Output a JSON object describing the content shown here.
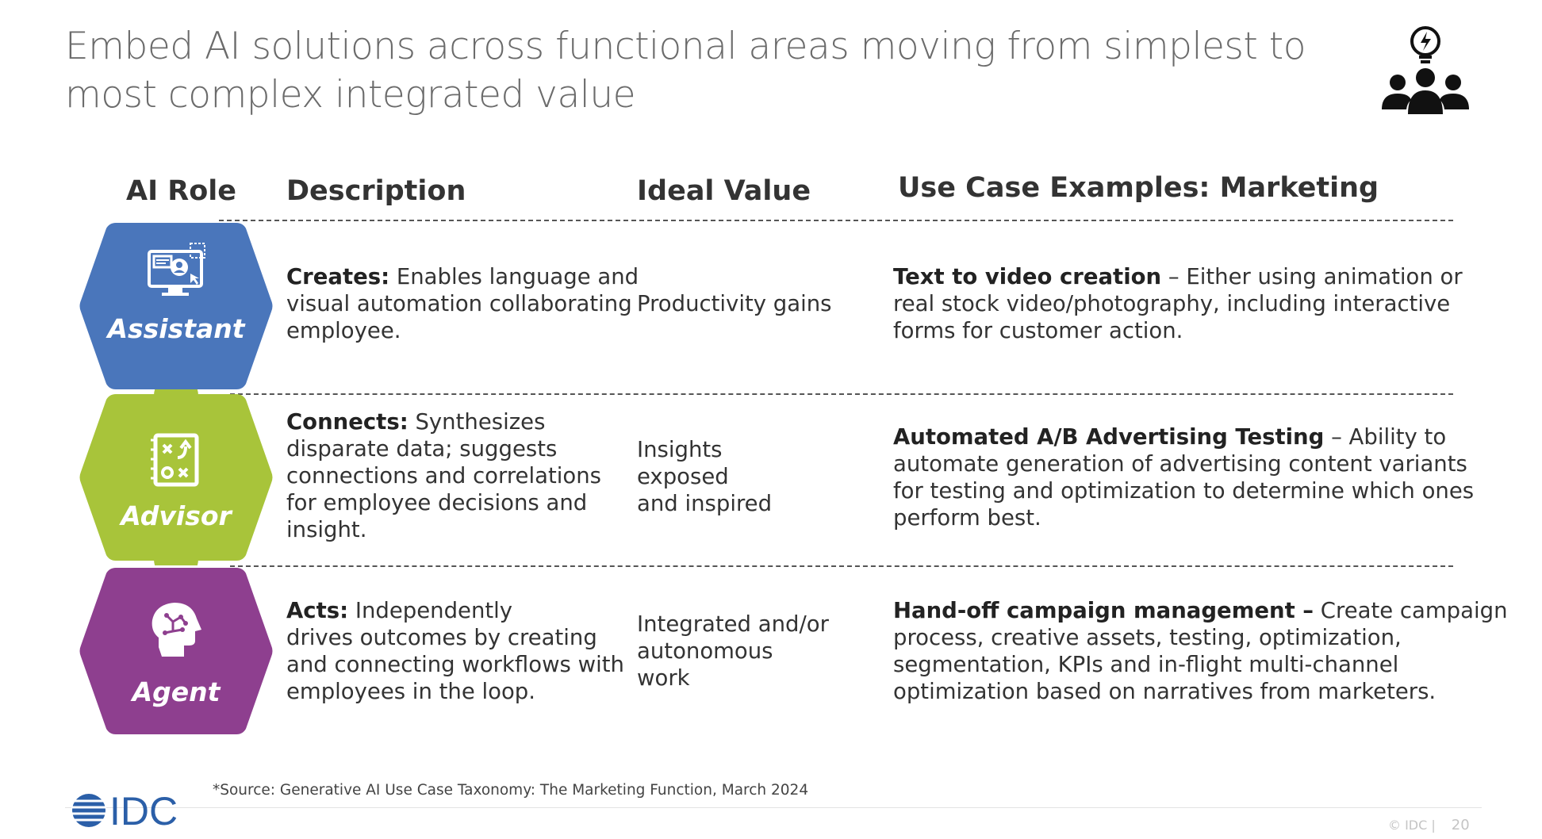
{
  "title": {
    "line1": "Embed AI solutions across functional areas moving from simplest to",
    "line2": "most complex integrated value"
  },
  "top_icon": "team-lightbulb-icon",
  "headers": {
    "role": "AI Role",
    "description": "Description",
    "value": "Ideal Value",
    "examples": "Use Case Examples: Marketing"
  },
  "rows": [
    {
      "role": "Assistant",
      "color": "#4a76bb",
      "icon": "monitor-user-icon",
      "desc_bold": "Creates:",
      "desc_lines": [
        "Enables language and",
        "visual automation collaborating",
        "employee."
      ],
      "value_lines": [
        "Productivity gains"
      ],
      "ex_bold": "Text to video creation",
      "ex_lines": [
        "– Either using animation or",
        "real stock video/photography, including interactive",
        "forms for customer action."
      ]
    },
    {
      "role": "Advisor",
      "color": "#a8c43a",
      "icon": "strategy-board-icon",
      "desc_bold": "Connects:",
      "desc_lines": [
        "Synthesizes",
        "disparate data; suggests",
        "connections and correlations",
        "for employee decisions and",
        "insight."
      ],
      "value_lines": [
        "Insights",
        "exposed",
        "and inspired"
      ],
      "ex_bold": "Automated A/B Advertising Testing",
      "ex_lines": [
        "– Ability to",
        "automate generation of advertising content variants",
        "for testing and optimization to determine which ones",
        "perform best."
      ]
    },
    {
      "role": "Agent",
      "color": "#8e3f8f",
      "icon": "brain-head-icon",
      "desc_bold": "Acts:",
      "desc_lines": [
        "Independently",
        "drives outcomes by creating",
        "and connecting workflows with",
        "employees in the loop."
      ],
      "value_lines": [
        "Integrated and/or",
        "autonomous",
        "work"
      ],
      "ex_bold": "Hand-off campaign management –",
      "ex_lines": [
        "Create campaign",
        "process, creative assets, testing, optimization,",
        "segmentation, KPIs and in-flight multi-channel",
        "optimization based on narratives from marketers."
      ]
    }
  ],
  "footer": {
    "source": "*Source: Generative AI Use Case Taxonomy: The Marketing Function, March 2024",
    "logo_text": "IDC",
    "copyright": "© IDC |",
    "page": "20"
  }
}
